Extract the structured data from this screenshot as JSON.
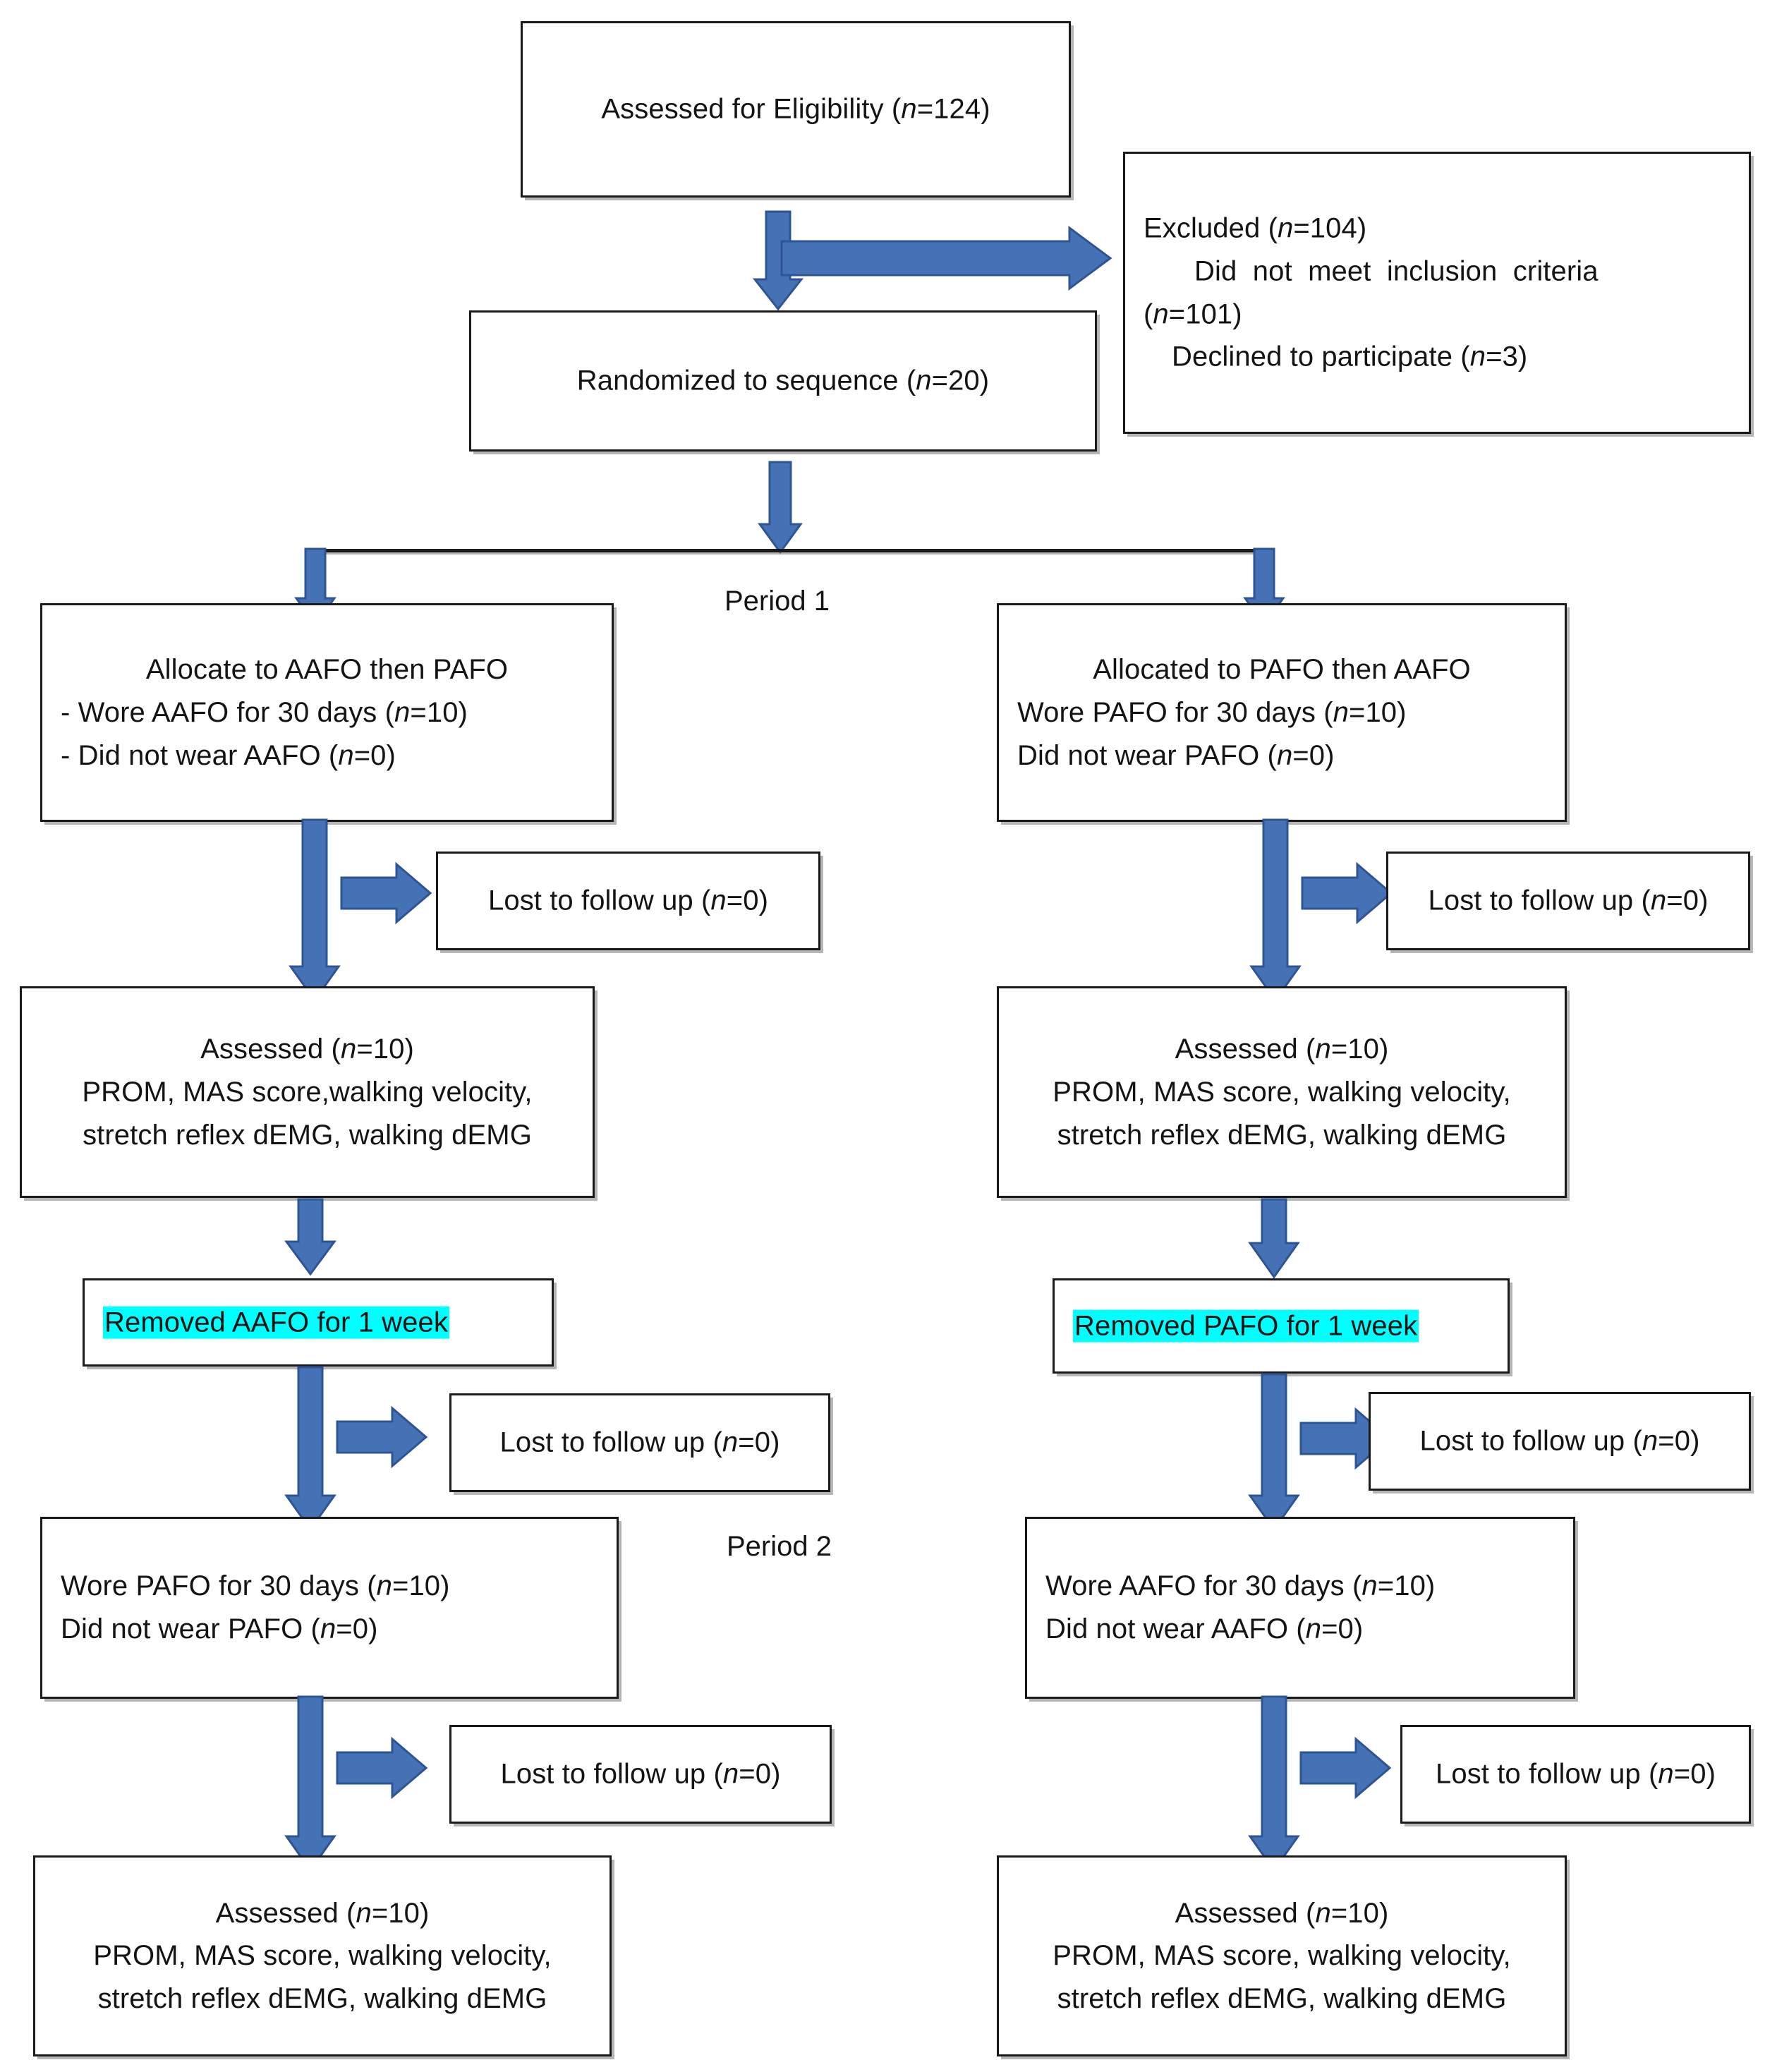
{
  "diagram": {
    "title": "CONSORT participant flow diagram",
    "colors": {
      "arrow_fill": "#4472b4",
      "arrow_stroke": "#2e5496",
      "box_border": "#1a1a1a",
      "highlight": "#00ffff",
      "text": "#141414"
    },
    "period_labels": {
      "period1": "Period 1",
      "period2": "Period 2"
    },
    "boxes": {
      "eligibility": {
        "lines": [
          "Assessed for Eligibility (n=124)"
        ],
        "n_label": "n",
        "value": 124
      },
      "excluded": {
        "lines": [
          "Excluded (n=104)",
          "Did not meet inclusion criteria",
          "(n=101)",
          "Declined to participate (n=3)"
        ],
        "total": 104,
        "did_not_meet_inclusion": 101,
        "declined": 3
      },
      "randomized": {
        "lines": [
          "Randomized to sequence (n=20)"
        ],
        "value": 20
      },
      "alloc_left": {
        "title": "Allocate to AAFO then PAFO",
        "lines": [
          "- Wore AAFO for 30 days (n=10)",
          "- Did not wear AAFO (n=0)"
        ],
        "wore": 10,
        "did_not_wear": 0
      },
      "alloc_right": {
        "title": "Allocated to PAFO then AAFO",
        "lines": [
          "Wore PAFO for 30 days (n=10)",
          "Did not wear PAFO (n=0)"
        ],
        "wore": 10,
        "did_not_wear": 0
      },
      "lost_1_left": {
        "lines": [
          "Lost to follow up (n=0)"
        ],
        "value": 0
      },
      "lost_1_right": {
        "lines": [
          "Lost to follow up (n=0)"
        ],
        "value": 0
      },
      "assessed_p1_left": {
        "lines": [
          "Assessed (n=10)",
          "PROM, MAS score,walking velocity,",
          "stretch reflex dEMG, walking dEMG"
        ],
        "value": 10
      },
      "assessed_p1_right": {
        "lines": [
          "Assessed (n=10)",
          "PROM, MAS score, walking velocity,",
          "stretch reflex dEMG, walking dEMG"
        ],
        "value": 10
      },
      "washout_left": {
        "lines": [
          "Removed AAFO for 1 week"
        ],
        "highlight": true
      },
      "washout_right": {
        "lines": [
          "Removed PAFO for 1 week"
        ],
        "highlight": true
      },
      "lost_2_left": {
        "lines": [
          "Lost to follow up (n=0)"
        ],
        "value": 0
      },
      "lost_2_right": {
        "lines": [
          "Lost to follow up (n=0)"
        ],
        "value": 0
      },
      "period2_left": {
        "lines": [
          "Wore PAFO for 30 days (n=10)",
          "Did not wear PAFO (n=0)"
        ],
        "wore": 10,
        "did_not_wear": 0
      },
      "period2_right": {
        "lines": [
          "Wore AAFO for 30 days (n=10)",
          "Did not wear AAFO (n=0)"
        ],
        "wore": 10,
        "did_not_wear": 0
      },
      "lost_3_left": {
        "lines": [
          "Lost to follow up (n=0)"
        ],
        "value": 0
      },
      "lost_3_right": {
        "lines": [
          "Lost to follow up (n=0)"
        ],
        "value": 0
      },
      "assessed_p2_left": {
        "lines": [
          "Assessed (n=10)",
          "PROM, MAS score, walking velocity,",
          "stretch reflex dEMG, walking dEMG"
        ],
        "value": 10
      },
      "assessed_p2_right": {
        "lines": [
          "Assessed (n=10)",
          "PROM, MAS score, walking velocity,",
          "stretch reflex dEMG, walking dEMG"
        ],
        "value": 10
      }
    }
  }
}
